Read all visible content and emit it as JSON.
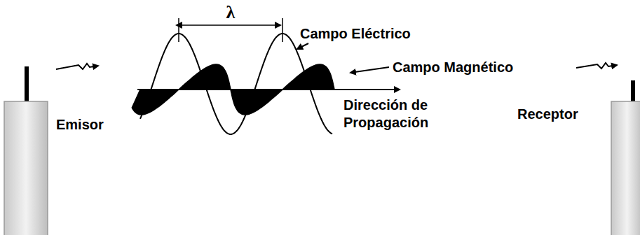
{
  "diagram": {
    "labels": [
      "λ",
      "Campo Eléctrico",
      "Campo Magnético",
      "Dirección de Propagación",
      "Emisor",
      "Receptor"
    ]
  }
}
